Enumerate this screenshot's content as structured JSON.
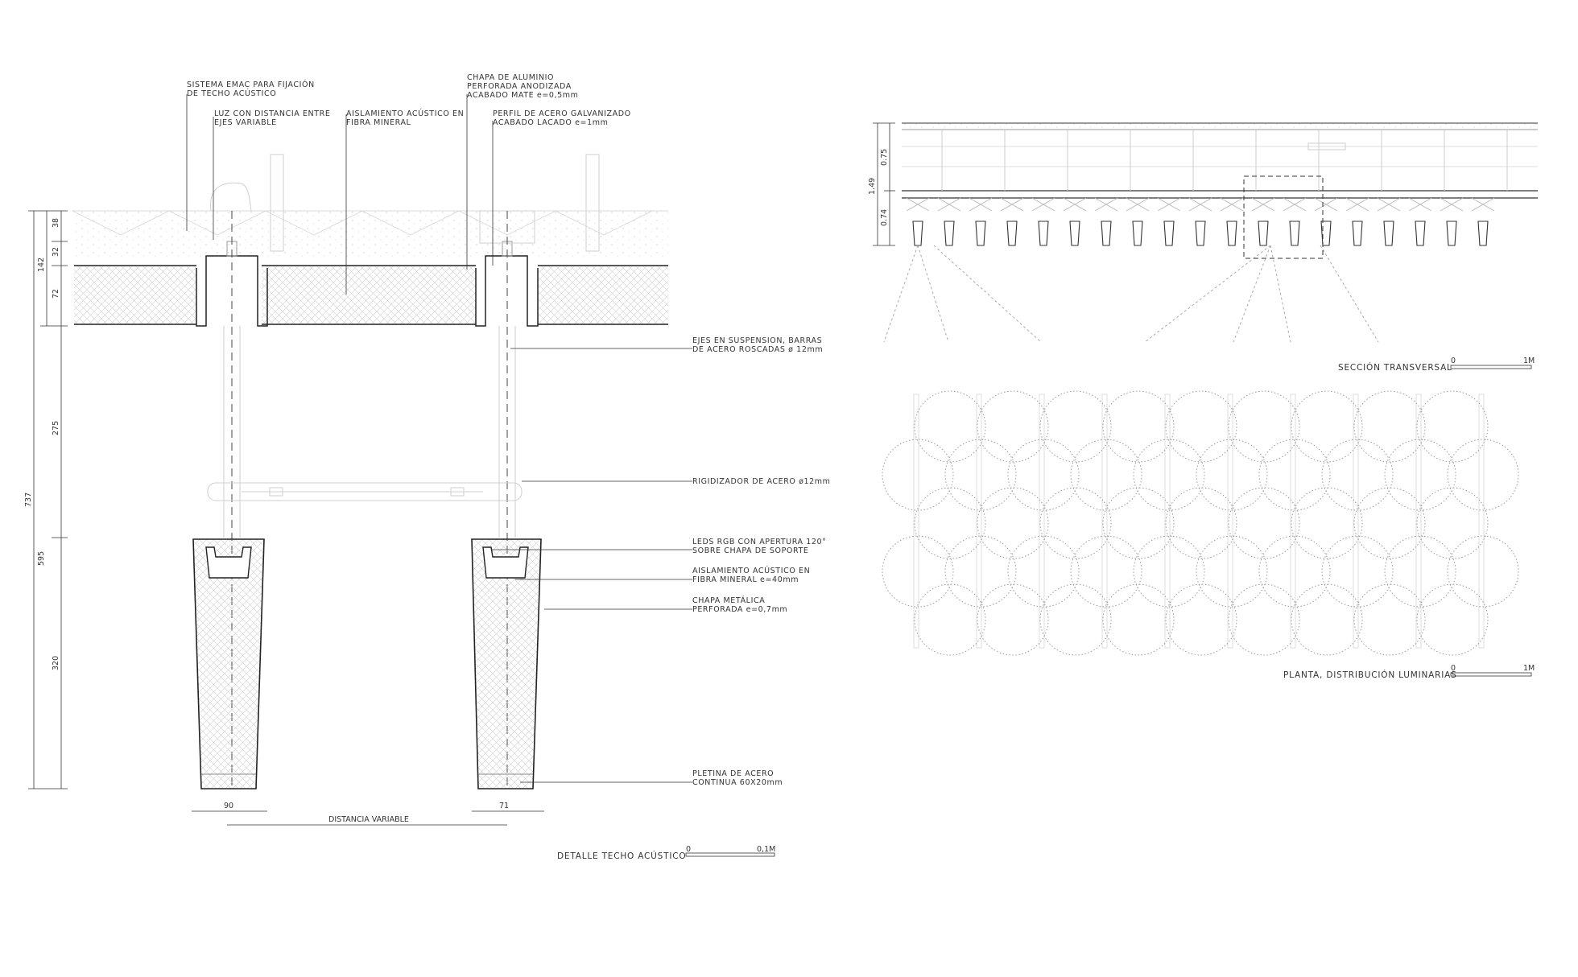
{
  "detail": {
    "labels": [
      {
        "lines": [
          "SISTEMA EMAC PARA FIJACIÓN",
          "DE TECHO ACÚSTICO"
        ]
      },
      {
        "lines": [
          "LUZ CON DISTANCIA ENTRE",
          "EJES VARIABLE"
        ]
      },
      {
        "lines": [
          "AISLAMIENTO ACÚSTICO EN",
          "FIBRA MINERAL"
        ]
      },
      {
        "lines": [
          "CHAPA DE ALUMINIO",
          "PERFORADA ANODIZADA",
          "ACABADO MATE e=0,5mm"
        ]
      },
      {
        "lines": [
          "PERFIL DE ACERO GALVANIZADO",
          "ACABADO LACADO e=1mm"
        ]
      },
      {
        "lines": [
          "EJES EN SUSPENSION, BARRAS",
          "DE ACERO ROSCADAS ø 12mm"
        ]
      },
      {
        "lines": [
          "RIGIDIZADOR DE ACERO ø12mm"
        ]
      },
      {
        "lines": [
          "LEDS RGB CON APERTURA 120°",
          "SOBRE CHAPA DE SOPORTE"
        ]
      },
      {
        "lines": [
          "AISLAMIENTO ACÚSTICO EN",
          "FIBRA MINERAL e=40mm"
        ]
      },
      {
        "lines": [
          "CHAPA METÁLICA",
          "PERFORADA e=0,7mm"
        ]
      },
      {
        "lines": [
          "PLETINA DE ACERO",
          "CONTINUA 60X20mm"
        ]
      }
    ],
    "dims": {
      "d38": "38",
      "d32": "32",
      "d72": "72",
      "d142": "142",
      "d275": "275",
      "d320": "320",
      "d595": "595",
      "d737": "737",
      "w90": "90",
      "w71": "71",
      "span": "DISTANCIA VARIABLE"
    },
    "title": "DETALLE TECHO ACÚSTICO",
    "scale": {
      "start": "0",
      "end": "0,1M"
    }
  },
  "section": {
    "dims": {
      "d075": "0.75",
      "d149": "1.49",
      "d074": "0.74"
    },
    "title": "SECCIÓN TRANSVERSAL",
    "scale": {
      "start": "0",
      "end": "1M"
    }
  },
  "plan": {
    "title": "PLANTA, DISTRIBUCIÓN LUMINARIAS",
    "scale": {
      "start": "0",
      "end": "1M"
    }
  }
}
